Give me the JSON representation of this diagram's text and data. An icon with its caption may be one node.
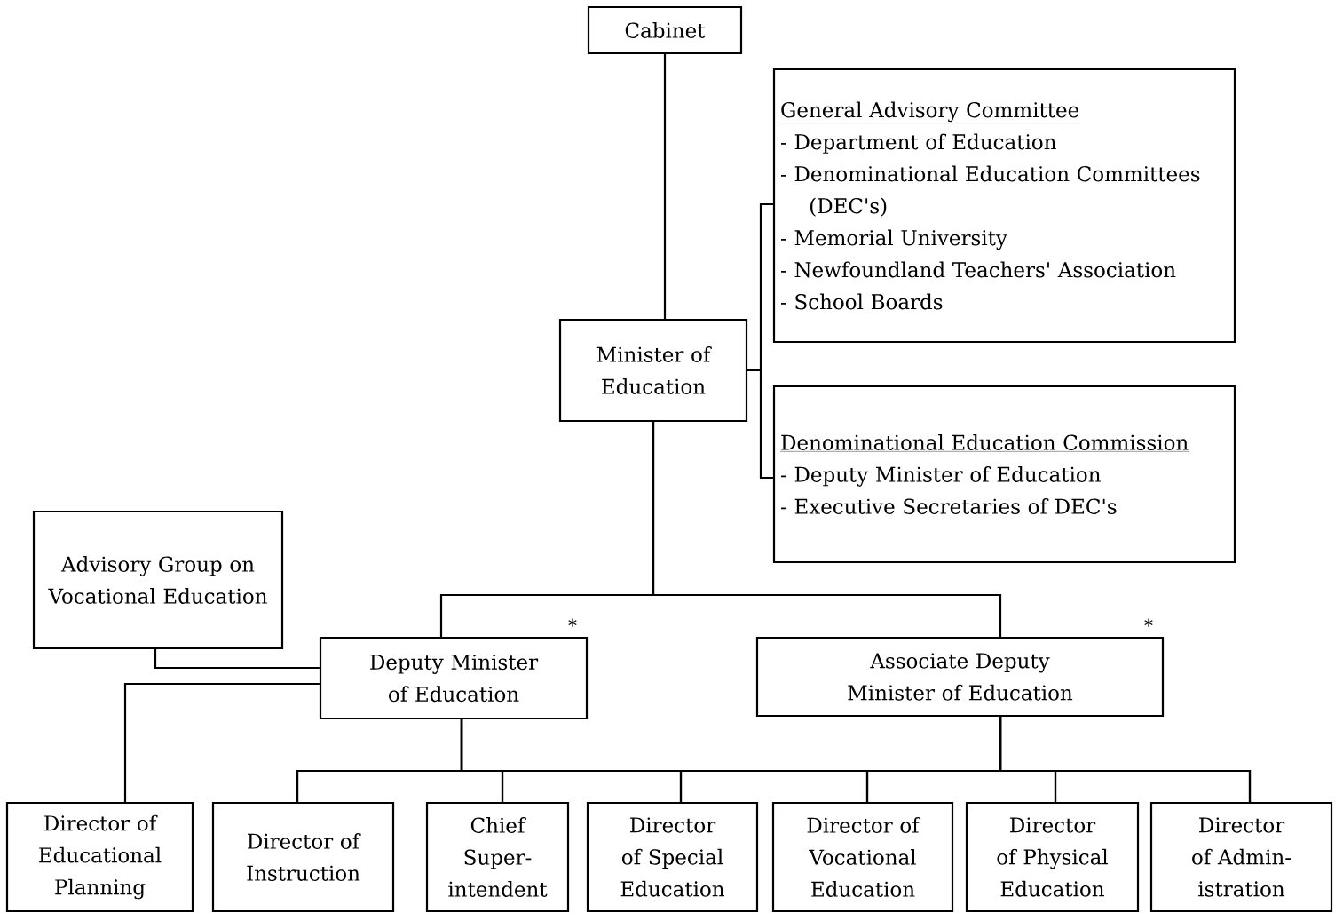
{
  "diagram": {
    "nodes": [
      {
        "text": [
          "Cabinet"
        ]
      },
      {
        "text": [
          "Minister of Education"
        ]
      },
      {
        "text": [
          "General Advisory Committee",
          "- Department of Education",
          "- Denominational Education Committees (DEC's)",
          "- Memorial University",
          "- Newfoundland Teachers' Association",
          "- School Boards"
        ]
      },
      {
        "text": [
          "Denominational Education Commission",
          "- Deputy Minister of Education",
          "- Executive Secretaries of DEC's"
        ]
      },
      {
        "text": [
          "Advisory Group on Vocational Education"
        ]
      },
      {
        "text": [
          "Deputy Minister of Education"
        ],
        "beside": [
          "*"
        ]
      },
      {
        "text": [
          "Associate Deputy Minister of Education"
        ],
        "beside": [
          "*"
        ]
      },
      {
        "text": [
          "Director of Educational Planning"
        ]
      },
      {
        "text": [
          "Director of Instruction"
        ]
      },
      {
        "text": [
          "Chief Super- intendent"
        ]
      },
      {
        "text": [
          "Director of Special Education"
        ]
      },
      {
        "text": [
          "Director of Vocational Education"
        ]
      },
      {
        "text": [
          "Director of Physical Education"
        ]
      },
      {
        "text": [
          "Director of Admin- istration"
        ]
      }
    ],
    "edges": [
      {
        "from": 0,
        "to": 1,
        "arrow": "none"
      },
      {
        "from": 1,
        "to": 2,
        "arrow": "none"
      },
      {
        "from": 1,
        "to": 3,
        "arrow": "none"
      },
      {
        "from": 1,
        "to": 5,
        "arrow": "none"
      },
      {
        "from": 1,
        "to": 6,
        "arrow": "none"
      },
      {
        "from": 4,
        "to": 5,
        "arrow": "none"
      },
      {
        "from": 5,
        "to": 7,
        "arrow": "none"
      },
      {
        "from": 5,
        "to": 8,
        "arrow": "none"
      },
      {
        "from": 5,
        "to": 9,
        "arrow": "none"
      },
      {
        "from": 5,
        "to": 10,
        "arrow": "none"
      },
      {
        "from": 5,
        "to": 11,
        "arrow": "none"
      },
      {
        "from": 5,
        "to": 12,
        "arrow": "none"
      },
      {
        "from": 5,
        "to": 13,
        "arrow": "none"
      },
      {
        "from": 6,
        "to": 8,
        "arrow": "none"
      },
      {
        "from": 6,
        "to": 9,
        "arrow": "none"
      },
      {
        "from": 6,
        "to": 10,
        "arrow": "none"
      },
      {
        "from": 6,
        "to": 11,
        "arrow": "none"
      },
      {
        "from": 6,
        "to": 12,
        "arrow": "none"
      },
      {
        "from": 6,
        "to": 13,
        "arrow": "none"
      }
    ]
  }
}
